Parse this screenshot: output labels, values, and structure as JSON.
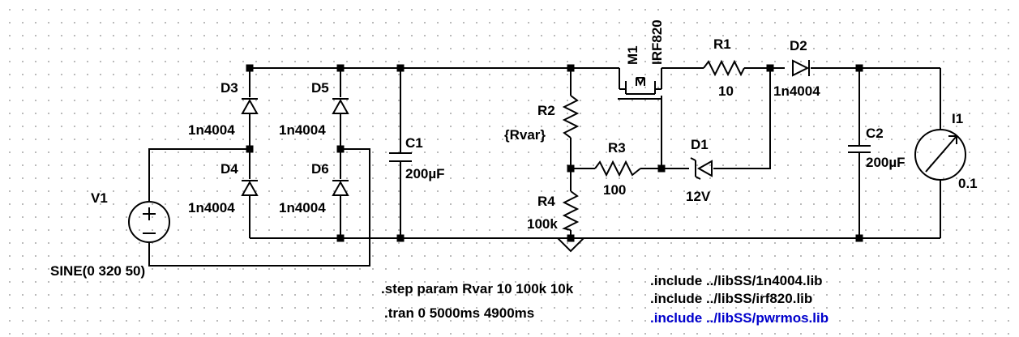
{
  "components": {
    "V1": {
      "ref": "V1",
      "value": "SINE(0 320 50)"
    },
    "D3": {
      "ref": "D3",
      "value": "1n4004"
    },
    "D4": {
      "ref": "D4",
      "value": "1n4004"
    },
    "D5": {
      "ref": "D5",
      "value": "1n4004"
    },
    "D6": {
      "ref": "D6",
      "value": "1n4004"
    },
    "C1": {
      "ref": "C1",
      "value": "200µF"
    },
    "R2": {
      "ref": "R2",
      "value": "{Rvar}"
    },
    "R3": {
      "ref": "R3",
      "value": "100"
    },
    "R4": {
      "ref": "R4",
      "value": "100k"
    },
    "M1": {
      "ref": "M1",
      "value": "IRF820"
    },
    "R1": {
      "ref": "R1",
      "value": "10"
    },
    "D1": {
      "ref": "D1",
      "value": "12V"
    },
    "D2": {
      "ref": "D2",
      "value": "1n4004"
    },
    "C2": {
      "ref": "C2",
      "value": "200µF"
    },
    "I1": {
      "ref": "I1",
      "value": "0.1"
    }
  },
  "directives": {
    "step": ".step param Rvar 10 100k 10k",
    "tran": ".tran 0 5000ms 4900ms",
    "includes": [
      ".include ../libSS/1n4004.lib",
      ".include ../libSS/irf820.lib",
      ".include ../libSS/pwrmos.lib"
    ]
  },
  "colors": {
    "wire": "#000000",
    "text": "#000000",
    "active_directive": "#0000cc",
    "grid_dot": "#b4b4b4",
    "background": "#ffffff"
  }
}
